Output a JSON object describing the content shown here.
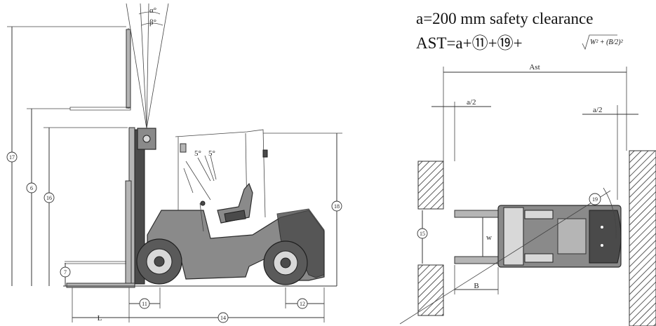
{
  "formula": {
    "line1": "a=200 mm  safety clearance",
    "line2_prefix": "AST=a+",
    "term_11": "⑪",
    "plus1": "+",
    "term_19": "⑲",
    "plus2": "+",
    "sqrt_expr": "W² + (B/2)²"
  },
  "side_view": {
    "angle_alpha": "α°",
    "angle_beta": "β°",
    "tilt_5a": "5°",
    "tilt_5b": "5°",
    "dim_L": "L",
    "markers": {
      "m6": "6",
      "m7": "7",
      "m11": "11",
      "m12": "12",
      "m14": "14",
      "m16": "16",
      "m17": "17",
      "m18": "18"
    }
  },
  "top_view": {
    "ast_label": "Ast",
    "a_half_left": "a/2",
    "a_half_right": "a/2",
    "b_label": "B",
    "w_label": "w",
    "markers": {
      "m15": "15",
      "m19": "19"
    }
  }
}
